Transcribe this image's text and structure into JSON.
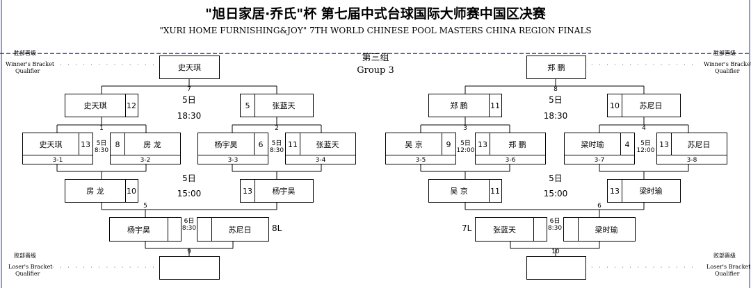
{
  "header": {
    "title_cn": "\"旭日家居·乔氏\"杯  第七届中式台球国际大师赛中国区决赛",
    "title_en": "\"XURI HOME FURNISHING&JOY\" 7TH WORLD CHINESE POOL MASTERS CHINA REGION FINALS"
  },
  "group": {
    "cn": "第三组",
    "en": "Group 3"
  },
  "side_labels": {
    "winner_cn": "胜部晋级",
    "winner_en1": "Winner's Bracket",
    "winner_en2": "Qualifier",
    "loser_cn": "败部晋级",
    "loser_en1": "Loser's Bracket",
    "loser_en2": "Qualifier",
    "dots": "· · · · · · · · · · · · · · · · · · · ·"
  },
  "left": {
    "qualifier": "史天琪",
    "m7": "7",
    "r2a": {
      "name": "史天琪",
      "score": "12"
    },
    "r2b": {
      "name": "张蓝天",
      "score": "5"
    },
    "sched_top": {
      "date": "5日",
      "time": "18:30"
    },
    "m1": "1",
    "m2": "2",
    "r1": [
      {
        "name": "史天琪",
        "score": "13"
      },
      {
        "name": "房 龙",
        "score": "8"
      },
      {
        "name": "杨宇昊",
        "score": "6"
      },
      {
        "name": "张蓝天",
        "score": "11"
      }
    ],
    "r1_time_a": {
      "date": "5日",
      "time": "8:30"
    },
    "r1_time_b": {
      "date": "5日",
      "time": "8:30"
    },
    "labels": [
      "3-1",
      "3-2",
      "3-3",
      "3-4"
    ],
    "sched_mid": {
      "date": "5日",
      "time": "15:00"
    },
    "lb1a": {
      "name": "房 龙",
      "score": "10"
    },
    "lb1b": {
      "name": "杨宇昊",
      "score": "13"
    },
    "m5": "5",
    "lb2a": {
      "name": "杨宇昊",
      "score": ""
    },
    "lb2b": {
      "name": "苏尼日",
      "score": ""
    },
    "lb2_time": {
      "date": "6日",
      "time": "8:30"
    },
    "drop_ref": "8L",
    "m9": "9",
    "final_name": ""
  },
  "right": {
    "qualifier": "郑 鹏",
    "m8": "8",
    "r2a": {
      "name": "郑 鹏",
      "score": "11"
    },
    "r2b": {
      "name": "苏尼日",
      "score": "10"
    },
    "sched_top": {
      "date": "5日",
      "time": "18:30"
    },
    "m3": "3",
    "m4": "4",
    "r1": [
      {
        "name": "吴 京",
        "score": "9"
      },
      {
        "name": "郑 鹏",
        "score": "13"
      },
      {
        "name": "梁时瑜",
        "score": "4"
      },
      {
        "name": "苏尼日",
        "score": "13"
      }
    ],
    "r1_time_a": {
      "date": "5日",
      "time": "12:00"
    },
    "r1_time_b": {
      "date": "5日",
      "time": "12:00"
    },
    "labels": [
      "3-5",
      "3-6",
      "3-7",
      "3-8"
    ],
    "sched_mid": {
      "date": "5日",
      "time": "15:00"
    },
    "lb1a": {
      "name": "吴 京",
      "score": "11"
    },
    "lb1b": {
      "name": "梁时瑜",
      "score": "13"
    },
    "m6": "6",
    "lb2a": {
      "name": "张蓝天",
      "score": ""
    },
    "lb2b": {
      "name": "梁时瑜",
      "score": ""
    },
    "lb2_time": {
      "date": "6日",
      "time": "8:30"
    },
    "drop_ref": "7L",
    "m10": "10",
    "final_name": ""
  }
}
